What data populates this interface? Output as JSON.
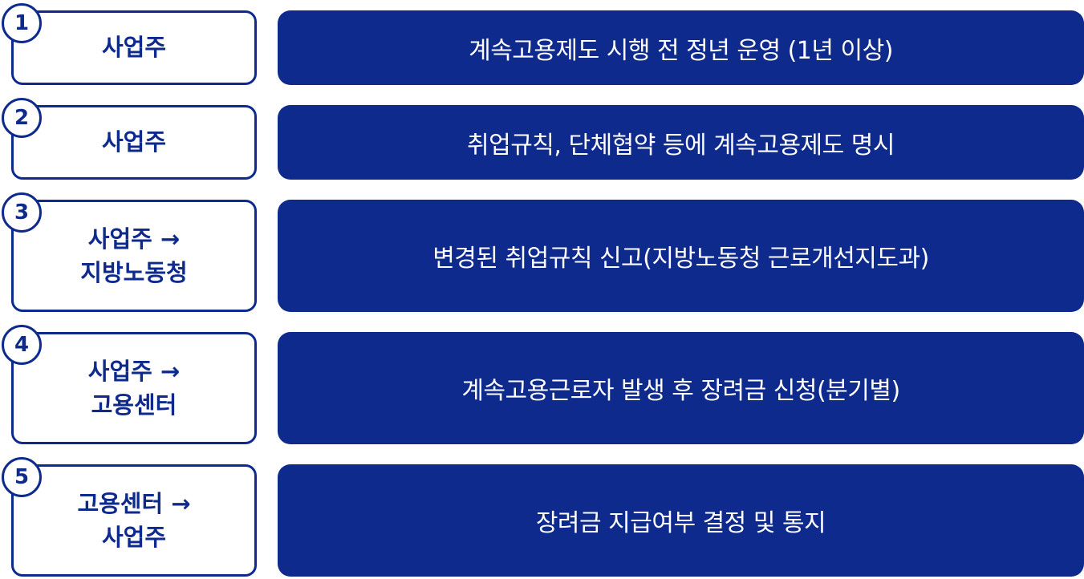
{
  "colors": {
    "primary": "#0e2a8c",
    "background": "#ffffff",
    "action_text": "#ffffff"
  },
  "steps": [
    {
      "number": "1",
      "actor_lines": [
        "사업주",
        ""
      ],
      "action": "계속고용제도 시행 전 정년 운영 (1년 이상)"
    },
    {
      "number": "2",
      "actor_lines": [
        "사업주",
        ""
      ],
      "action": "취업규칙, 단체협약 등에  계속고용제도 명시"
    },
    {
      "number": "3",
      "actor_lines": [
        "사업주 →",
        "지방노동청"
      ],
      "action": "변경된 취업규칙 신고(지방노동청 근로개선지도과)"
    },
    {
      "number": "4",
      "actor_lines": [
        "사업주 →",
        "고용센터"
      ],
      "action": "계속고용근로자 발생 후 장려금 신청(분기별)"
    },
    {
      "number": "5",
      "actor_lines": [
        "고용센터 →",
        "사업주"
      ],
      "action": "장려금 지급여부 결정 및 통지"
    }
  ]
}
